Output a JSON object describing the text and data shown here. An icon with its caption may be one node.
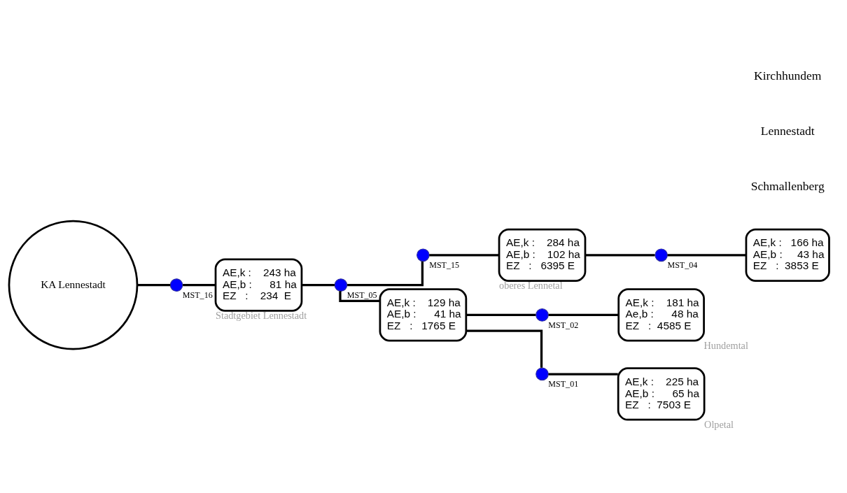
{
  "diagram": {
    "nodes": [
      {
        "text": [
          "KA Lennestadt"
        ]
      },
      {
        "text": [],
        "shape": "circle",
        "beside": [
          "MST_16"
        ]
      },
      {
        "text": [
          "AE,k :    243 ha",
          "AE,b :      81 ha",
          "EZ   :    234  E"
        ],
        "beside": [
          "Stadtgebiet Lennestadt"
        ]
      },
      {
        "text": [],
        "shape": "circle",
        "beside": [
          "MST_15"
        ]
      },
      {
        "text": [
          "AE,k :    284 ha",
          "AE,b :    102 ha",
          "EZ   :   6395 E"
        ],
        "beside": [
          "oberes Lennetal"
        ]
      },
      {
        "text": [],
        "shape": "circle",
        "beside": [
          "MST_04"
        ]
      },
      {
        "text": [
          "AE,k :   166 ha",
          "AE,b :     43 ha",
          "EZ   :  3853 E"
        ]
      },
      {
        "text": [],
        "shape": "circle",
        "beside": [
          "MST_05"
        ]
      },
      {
        "text": [
          "AE,k :    129 ha",
          "AE,b :      41 ha",
          "EZ   :   1765 E"
        ]
      },
      {
        "text": [],
        "shape": "circle",
        "beside": [
          "MST_02"
        ]
      },
      {
        "text": [
          "AE,k :    181 ha",
          "Ae,b :      48 ha",
          "EZ   :  4585 E"
        ],
        "beside": [
          "Hundemtal"
        ]
      },
      {
        "text": [
          "AE,k :    225 ha",
          "AE,b :      65 ha",
          "EZ   :  7503 E"
        ],
        "beside": [
          "Olpetal"
        ]
      },
      {
        "text": [],
        "shape": "circle",
        "beside": [
          "MST_01"
        ]
      }
    ],
    "edges": [
      {
        "from": 1,
        "to": 0,
        "arrow": "none"
      },
      {
        "from": 2,
        "to": 1,
        "arrow": "none"
      },
      {
        "from": 7,
        "to": 2,
        "arrow": "none"
      },
      {
        "from": 3,
        "to": 7,
        "arrow": "none"
      },
      {
        "from": 4,
        "to": 3,
        "arrow": "none"
      },
      {
        "from": 5,
        "to": 4,
        "arrow": "none"
      },
      {
        "from": 6,
        "to": 5,
        "arrow": "none"
      },
      {
        "from": 8,
        "to": 7,
        "arrow": "none"
      },
      {
        "from": 9,
        "to": 8,
        "arrow": "none"
      },
      {
        "from": 10,
        "to": 9,
        "arrow": "none"
      },
      {
        "from": 12,
        "to": 8,
        "arrow": "none"
      },
      {
        "from": 11,
        "to": 12,
        "arrow": "none"
      }
    ],
    "labels": [
      "Schmallenberg",
      "Lennestadt",
      "Kirchhundem"
    ]
  }
}
